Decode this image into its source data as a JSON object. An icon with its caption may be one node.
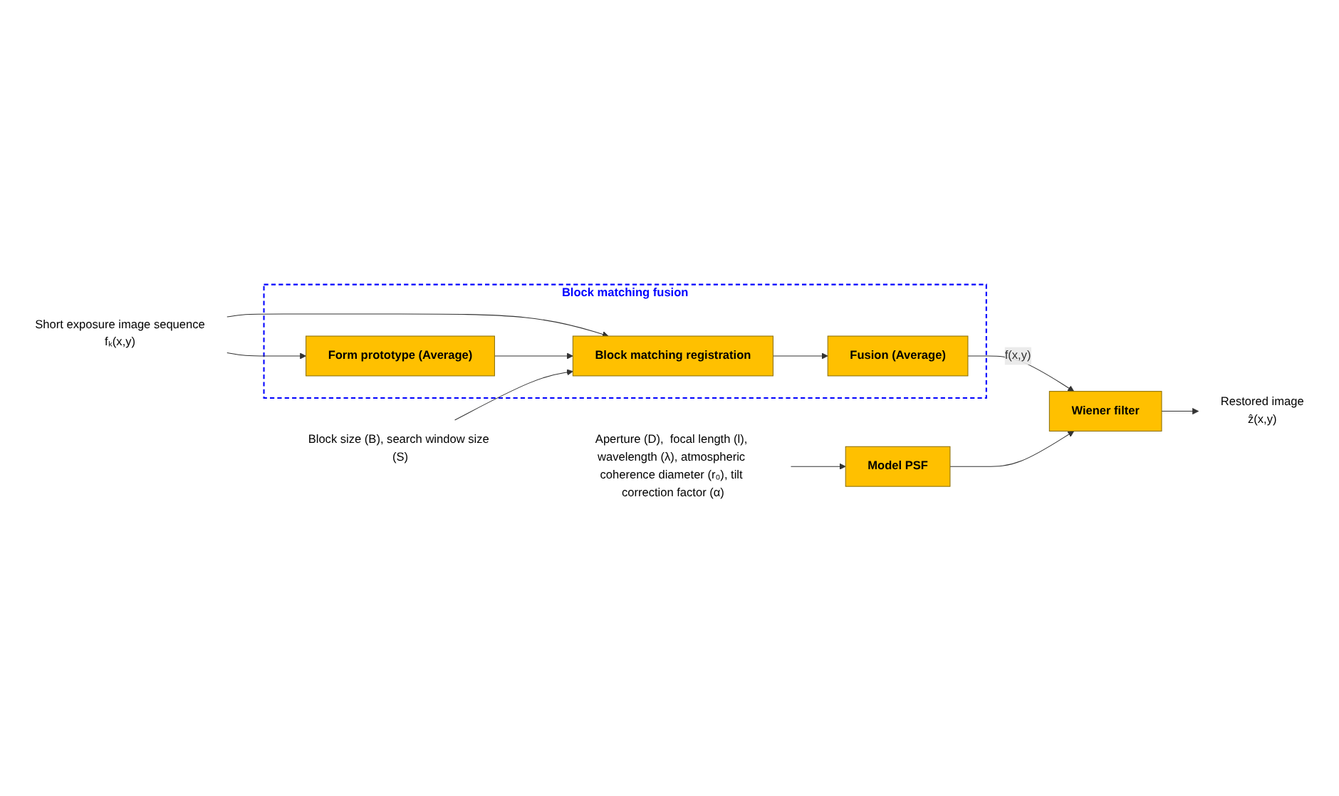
{
  "diagram": {
    "nodes": [
      {
        "text": [
          "Short exposure image sequence",
          "fₖ(x,y)"
        ]
      },
      {
        "text": [
          "Block matching fusion"
        ]
      },
      {
        "text": [
          "Form prototype (Average)"
        ],
        "in": 1
      },
      {
        "text": [
          "Block matching registration"
        ],
        "in": 1
      },
      {
        "text": [
          "Fusion (Average)"
        ],
        "in": 1
      },
      {
        "text": [
          "Wiener filter"
        ]
      },
      {
        "text": [
          "Model PSF"
        ]
      },
      {
        "text": [
          "Block size (B), search window size (S)"
        ]
      },
      {
        "text": [
          "Aperture (D),  focal length (l), wavelength (λ), atmospheric coherence diameter (r₀), tilt correction factor (α)"
        ]
      },
      {
        "text": [
          "Restored image",
          "ẑ(x,y)"
        ]
      }
    ],
    "edges": [
      {
        "from": 0,
        "to": 2,
        "arrow": "to"
      },
      {
        "from": 0,
        "to": 3,
        "arrow": "to"
      },
      {
        "from": 2,
        "to": 3,
        "arrow": "to"
      },
      {
        "from": 3,
        "to": 4,
        "arrow": "to"
      },
      {
        "from": 4,
        "to": 5,
        "arrow": "to",
        "label": "f(x,y)"
      },
      {
        "from": 5,
        "to": 9,
        "arrow": "to"
      },
      {
        "from": 6,
        "to": 5,
        "arrow": "to"
      },
      {
        "from": 7,
        "to": 3,
        "arrow": "to"
      },
      {
        "from": 8,
        "to": 6,
        "arrow": "to"
      }
    ]
  }
}
